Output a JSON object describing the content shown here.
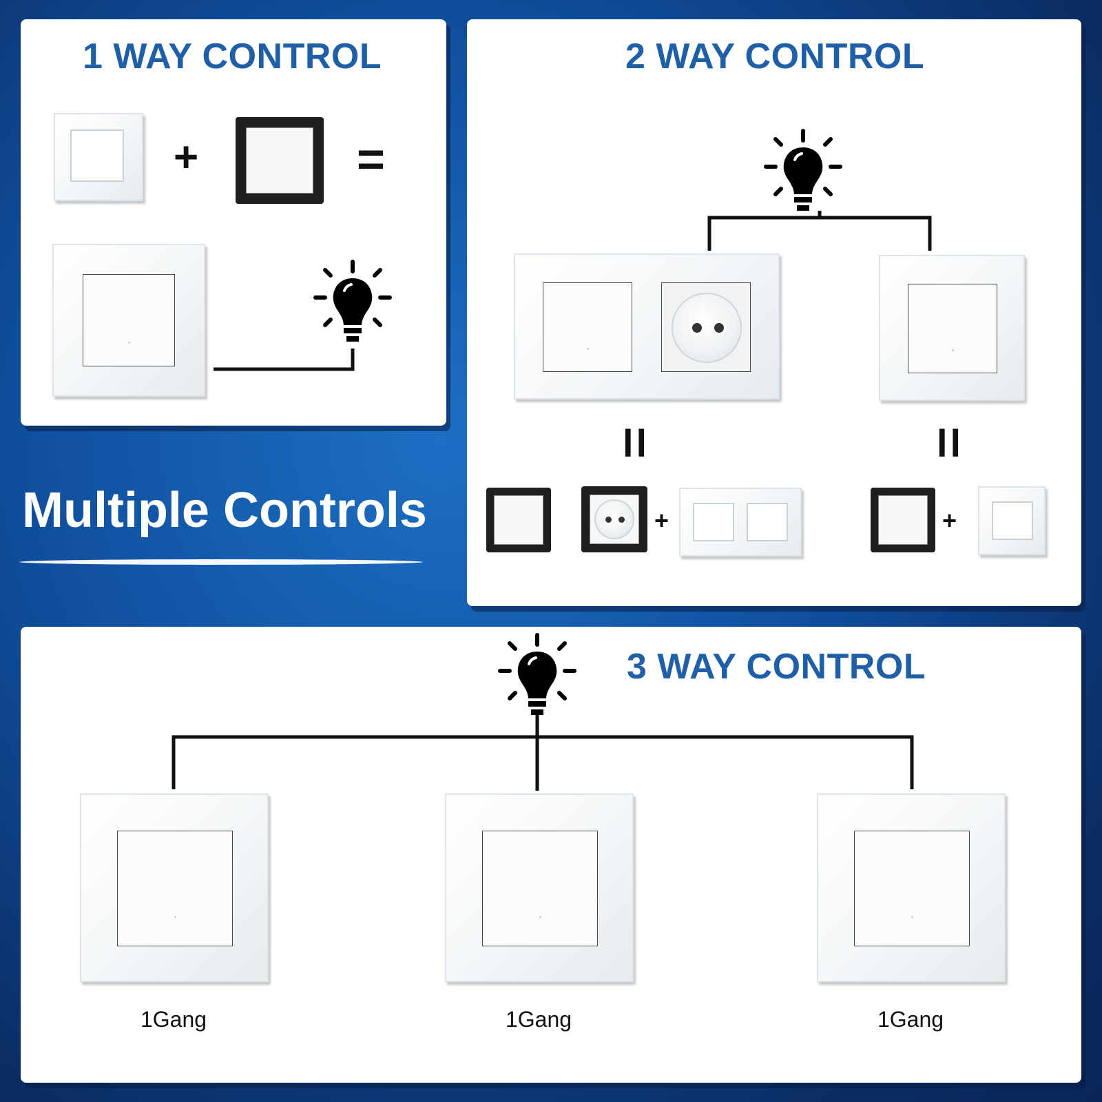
{
  "headline": "Multiple Controls",
  "sections": {
    "one_way": {
      "title": "1 WAY CONTROL"
    },
    "two_way": {
      "title": "2 WAY CONTROL"
    },
    "three_way": {
      "title": "3 WAY CONTROL"
    }
  },
  "operators": {
    "plus": "+",
    "equals": "=",
    "parallel": "ll"
  },
  "gang_labels": [
    "1Gang",
    "1Gang",
    "1Gang"
  ],
  "colors": {
    "title_blue": "#1f5fa8",
    "background_blue": "#0f4e9c",
    "panel": "#ffffff"
  },
  "icons": [
    "light-bulb-icon",
    "switch-plate",
    "switch-module",
    "socket-module"
  ]
}
